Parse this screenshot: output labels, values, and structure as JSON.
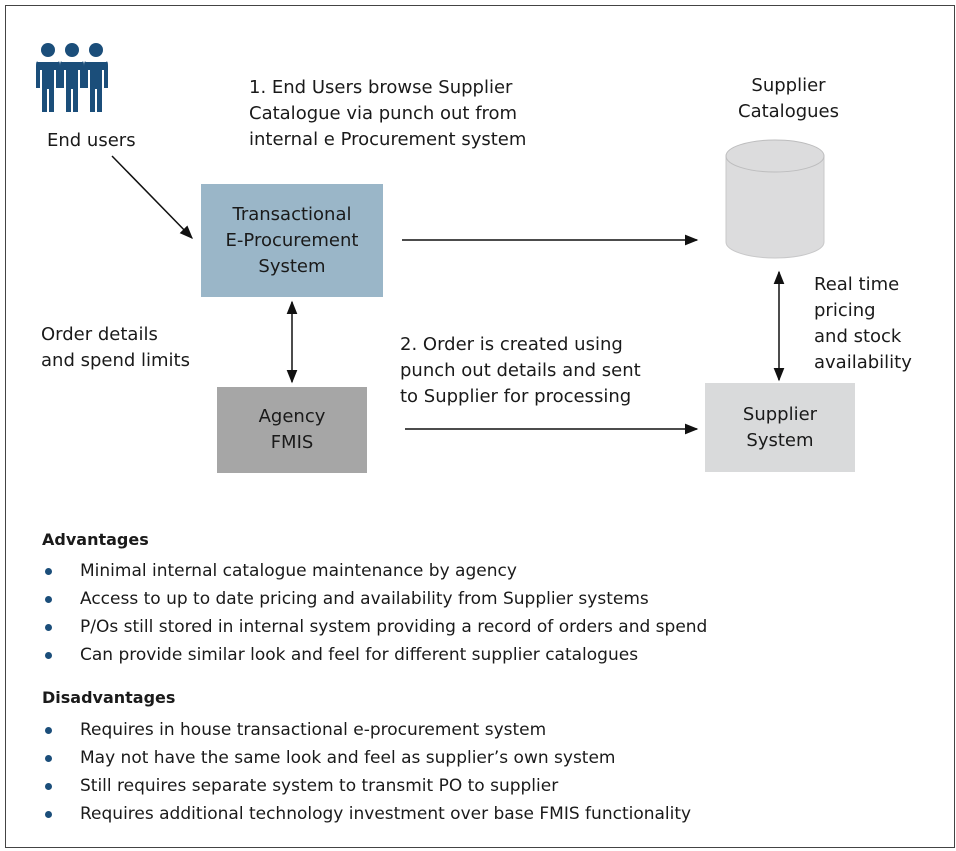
{
  "colors": {
    "transactional_box": "#9ab6c8",
    "agency_box": "#a6a6a6",
    "supplier_box": "#d9dadb",
    "catalogue_cylinder": "#dcdcdd",
    "people_icon": "#1b4e7a",
    "bullet": "#1b4e7a"
  },
  "diagram": {
    "end_users_label": "End users",
    "step1": [
      "1.  End Users browse Supplier",
      "Catalogue via punch out from",
      "internal e Procurement system"
    ],
    "supplier_catalogues": [
      "Supplier",
      "Catalogues"
    ],
    "transactional_box": [
      "Transactional",
      "E-Procurement",
      "System"
    ],
    "realtime": [
      "Real time",
      "pricing",
      "and stock",
      "availability"
    ],
    "order_details": [
      "Order details",
      "and spend limits"
    ],
    "step2": [
      "2.  Order is created using",
      "punch out details and sent",
      "to Supplier for processing"
    ],
    "agency_box": [
      "Agency",
      "FMIS"
    ],
    "supplier_system_box": [
      "Supplier",
      "System"
    ]
  },
  "advantages": {
    "title": "Advantages",
    "items": [
      "Minimal internal catalogue maintenance by agency",
      "Access to up to date pricing and availability from Supplier systems",
      "P/Os still stored in internal system providing a record of orders and spend",
      "Can provide similar look and feel for different supplier catalogues"
    ]
  },
  "disadvantages": {
    "title": "Disadvantages",
    "items": [
      "Requires in house transactional e-procurement system",
      "May not have the same look and feel as supplier’s own system",
      "Still requires separate system to transmit PO to supplier",
      "Requires additional technology investment over base FMIS functionality"
    ]
  }
}
